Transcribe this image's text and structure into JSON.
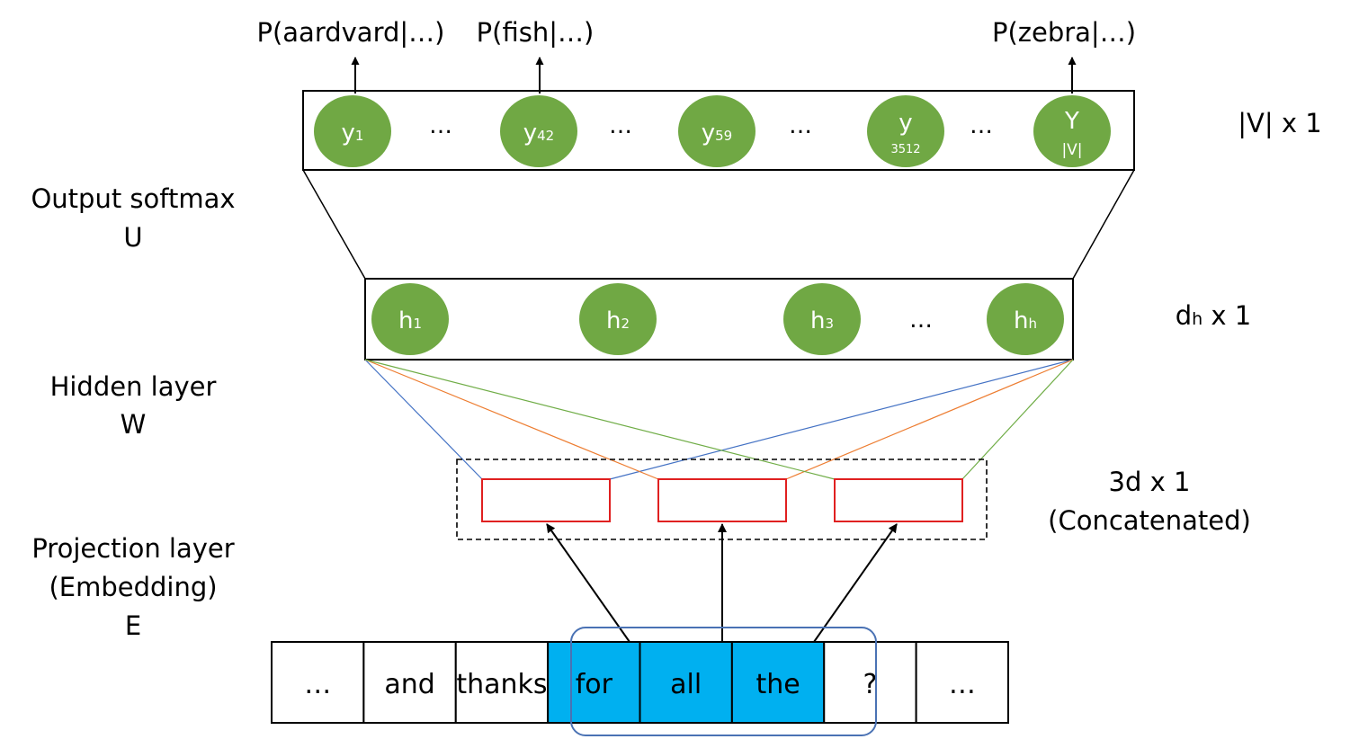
{
  "outputs": {
    "p_aardvard": "P(aardvard|…)",
    "p_fish": "P(fish|…)",
    "p_zebra": "P(zebra|…)"
  },
  "output_layer": {
    "nodes": [
      {
        "base": "y",
        "sub": "1"
      },
      {
        "base": "y",
        "sub": "42"
      },
      {
        "base": "y",
        "sub": "59"
      },
      {
        "base": "y",
        "sub": "3512"
      },
      {
        "base": "Y",
        "sub": "|V|"
      }
    ],
    "ellipsis": "…",
    "dim_label": "|V| x 1"
  },
  "hidden_layer": {
    "nodes": [
      {
        "base": "h",
        "sub": "1"
      },
      {
        "base": "h",
        "sub": "2"
      },
      {
        "base": "h",
        "sub": "3"
      },
      {
        "base": "h",
        "sub": "h"
      }
    ],
    "ellipsis": "…",
    "dim_base": "d",
    "dim_sub": "h",
    "dim_rest": " x 1"
  },
  "concat_layer": {
    "dim_line1": "3d x 1",
    "dim_line2": "(Concatenated)"
  },
  "left_labels": {
    "softmax_line1": "Output softmax",
    "softmax_line2": "U",
    "hidden_line1": "Hidden layer",
    "hidden_line2": "W",
    "projection_line1": "Projection layer",
    "projection_line2": "(Embedding)",
    "projection_line3": "E"
  },
  "tokens": [
    "…",
    "and",
    "thanks",
    "for",
    "all",
    "the",
    "?",
    "…"
  ],
  "colors": {
    "node_fill": "#70a844",
    "token_highlight": "#00b0f0",
    "window_border": "#4a72b4",
    "embed_border": "#e02020",
    "line_blue": "#4472c4",
    "line_orange": "#ed7d31",
    "line_green": "#70ad47"
  }
}
